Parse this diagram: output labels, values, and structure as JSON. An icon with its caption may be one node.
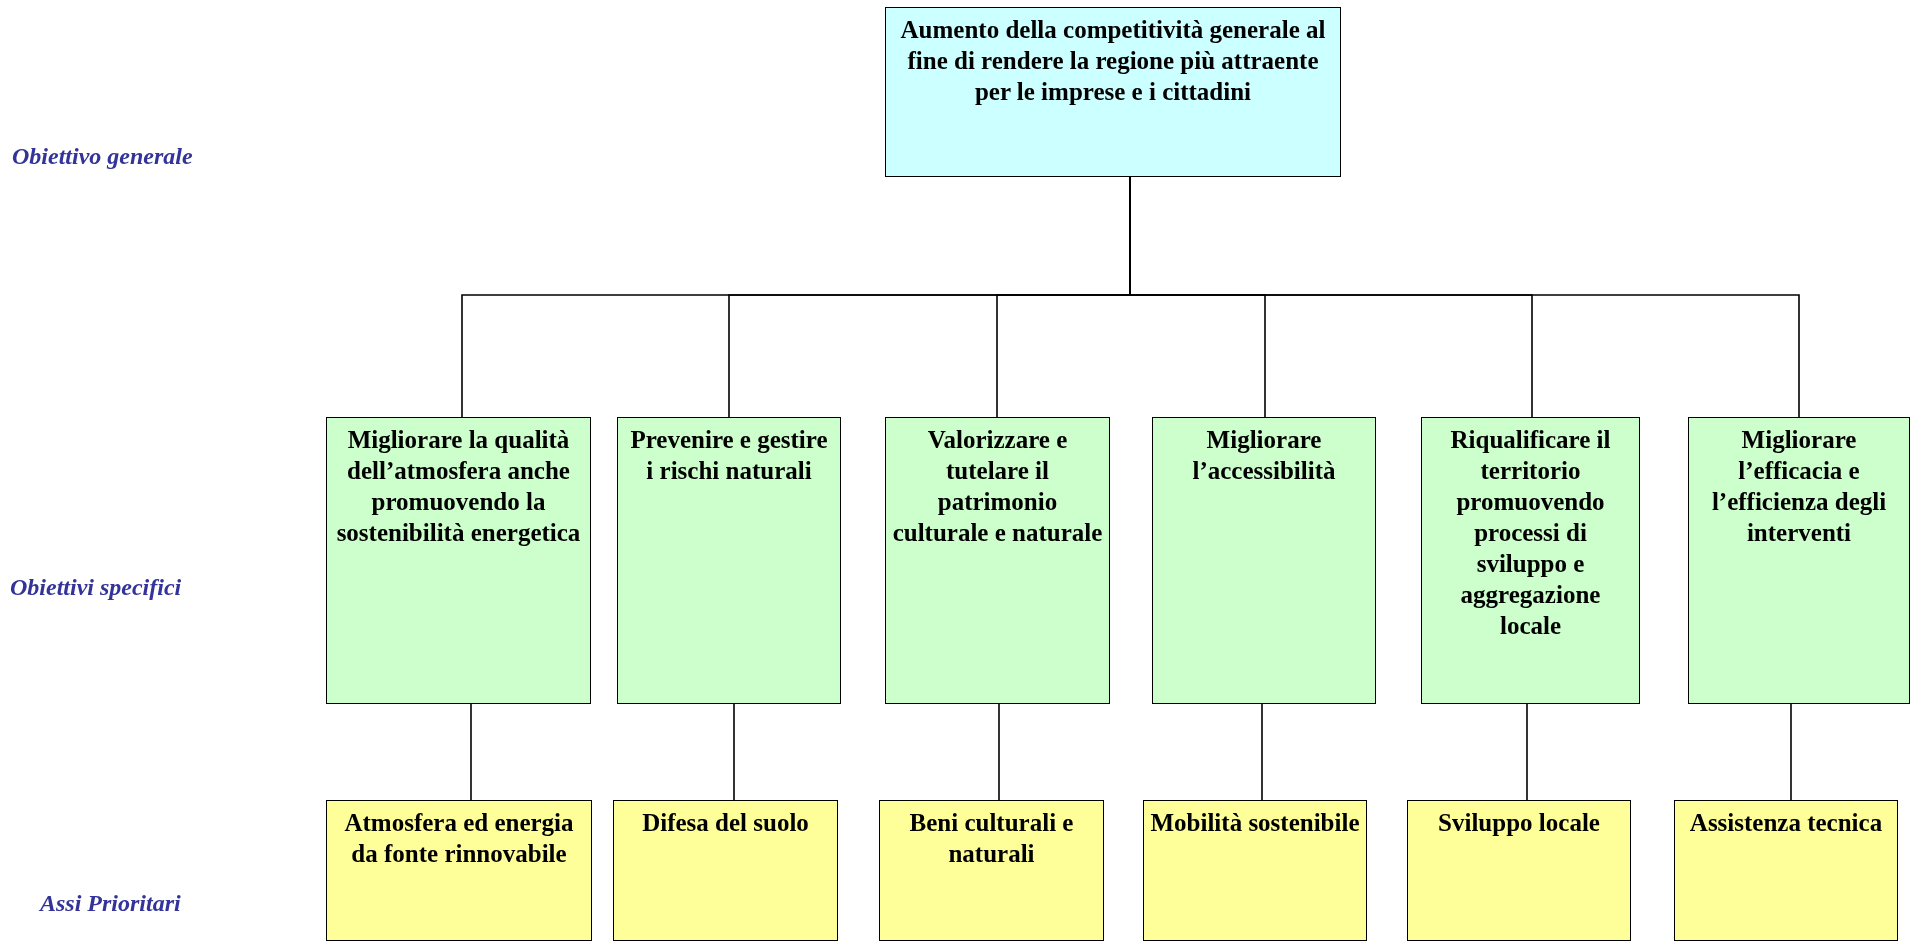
{
  "diagram": {
    "nodes": [
      {
        "text": [
          "Aumento della competitività generale al fine di rendere la regione più attraente per le imprese e i cittadini"
        ]
      },
      {
        "text": [
          "Migliorare la qualità dell’atmosfera anche promuovendo la sostenibilità energetica"
        ]
      },
      {
        "text": [
          "Prevenire e gestire i rischi naturali"
        ]
      },
      {
        "text": [
          "Valorizzare e tutelare il patrimonio culturale e naturale"
        ]
      },
      {
        "text": [
          "Migliorare l’accessibilità"
        ]
      },
      {
        "text": [
          "Riqualificare il territorio promuovendo processi di sviluppo e aggregazione locale"
        ]
      },
      {
        "text": [
          "Migliorare l’efficacia e l’efficienza degli interventi"
        ]
      },
      {
        "text": [
          "Atmosfera ed energia da fonte rinnovabile"
        ]
      },
      {
        "text": [
          "Difesa del suolo"
        ]
      },
      {
        "text": [
          "Beni culturali e naturali"
        ]
      },
      {
        "text": [
          "Mobilità sostenibile"
        ]
      },
      {
        "text": [
          "Sviluppo locale"
        ]
      },
      {
        "text": [
          "Assistenza tecnica"
        ]
      }
    ],
    "edges": [
      {
        "from": 0,
        "to": 1,
        "arrow": "none"
      },
      {
        "from": 0,
        "to": 2,
        "arrow": "none"
      },
      {
        "from": 0,
        "to": 3,
        "arrow": "none"
      },
      {
        "from": 0,
        "to": 4,
        "arrow": "none"
      },
      {
        "from": 0,
        "to": 5,
        "arrow": "none"
      },
      {
        "from": 0,
        "to": 6,
        "arrow": "none"
      },
      {
        "from": 1,
        "to": 7,
        "arrow": "none"
      },
      {
        "from": 2,
        "to": 8,
        "arrow": "none"
      },
      {
        "from": 3,
        "to": 9,
        "arrow": "none"
      },
      {
        "from": 4,
        "to": 10,
        "arrow": "none"
      },
      {
        "from": 5,
        "to": 11,
        "arrow": "none"
      },
      {
        "from": 6,
        "to": 12,
        "arrow": "none"
      }
    ],
    "labels": [
      "Obiettivo generale",
      "Obiettivi specifici",
      "Assi Prioritari"
    ]
  }
}
